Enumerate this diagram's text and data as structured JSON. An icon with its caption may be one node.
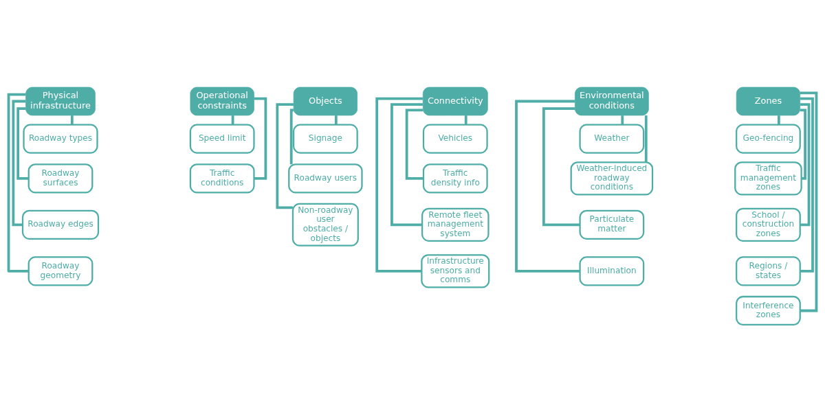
{
  "diagram": {
    "nodes": [
      {
        "text": [
          "Physical infrastructure"
        ]
      },
      {
        "text": [
          "Roadway types"
        ]
      },
      {
        "text": [
          "Roadway surfaces"
        ]
      },
      {
        "text": [
          "Roadway edges"
        ]
      },
      {
        "text": [
          "Roadway geometry"
        ]
      },
      {
        "text": [
          "Operational constraints"
        ]
      },
      {
        "text": [
          "Speed limit"
        ]
      },
      {
        "text": [
          "Traffic conditions"
        ]
      },
      {
        "text": [
          "Objects"
        ]
      },
      {
        "text": [
          "Signage"
        ]
      },
      {
        "text": [
          "Roadway users"
        ]
      },
      {
        "text": [
          "Non-roadway user obstacles / objects"
        ]
      },
      {
        "text": [
          "Connectivity"
        ]
      },
      {
        "text": [
          "Vehicles"
        ]
      },
      {
        "text": [
          "Traffic density info"
        ]
      },
      {
        "text": [
          "Remote fleet management system"
        ]
      },
      {
        "text": [
          "Infrastructure sensors and comms"
        ]
      },
      {
        "text": [
          "Environmental conditions"
        ]
      },
      {
        "text": [
          "Weather"
        ]
      },
      {
        "text": [
          "Weather-induced roadway conditions"
        ]
      },
      {
        "text": [
          "Particulate matter"
        ]
      },
      {
        "text": [
          "Illumination"
        ]
      },
      {
        "text": [
          "Zones"
        ]
      },
      {
        "text": [
          "Geo-fencing"
        ]
      },
      {
        "text": [
          "Traffic management zones"
        ]
      },
      {
        "text": [
          "School / construction zones"
        ]
      },
      {
        "text": [
          "Regions / states"
        ]
      },
      {
        "text": [
          "Interference zones"
        ]
      }
    ],
    "edges": [
      {
        "from": 0,
        "to": 1,
        "arrow": "none"
      },
      {
        "from": 0,
        "to": 2,
        "arrow": "none"
      },
      {
        "from": 0,
        "to": 3,
        "arrow": "none"
      },
      {
        "from": 0,
        "to": 4,
        "arrow": "none"
      },
      {
        "from": 5,
        "to": 6,
        "arrow": "none"
      },
      {
        "from": 5,
        "to": 7,
        "arrow": "none"
      },
      {
        "from": 8,
        "to": 9,
        "arrow": "none"
      },
      {
        "from": 8,
        "to": 10,
        "arrow": "none"
      },
      {
        "from": 8,
        "to": 11,
        "arrow": "none"
      },
      {
        "from": 12,
        "to": 13,
        "arrow": "none"
      },
      {
        "from": 12,
        "to": 14,
        "arrow": "none"
      },
      {
        "from": 12,
        "to": 15,
        "arrow": "none"
      },
      {
        "from": 12,
        "to": 16,
        "arrow": "none"
      },
      {
        "from": 17,
        "to": 18,
        "arrow": "none"
      },
      {
        "from": 17,
        "to": 19,
        "arrow": "none"
      },
      {
        "from": 17,
        "to": 20,
        "arrow": "none"
      },
      {
        "from": 17,
        "to": 21,
        "arrow": "none"
      },
      {
        "from": 22,
        "to": 23,
        "arrow": "none"
      },
      {
        "from": 22,
        "to": 24,
        "arrow": "none"
      },
      {
        "from": 22,
        "to": 25,
        "arrow": "none"
      },
      {
        "from": 22,
        "to": 26,
        "arrow": "none"
      },
      {
        "from": 22,
        "to": 27,
        "arrow": "none"
      }
    ]
  }
}
